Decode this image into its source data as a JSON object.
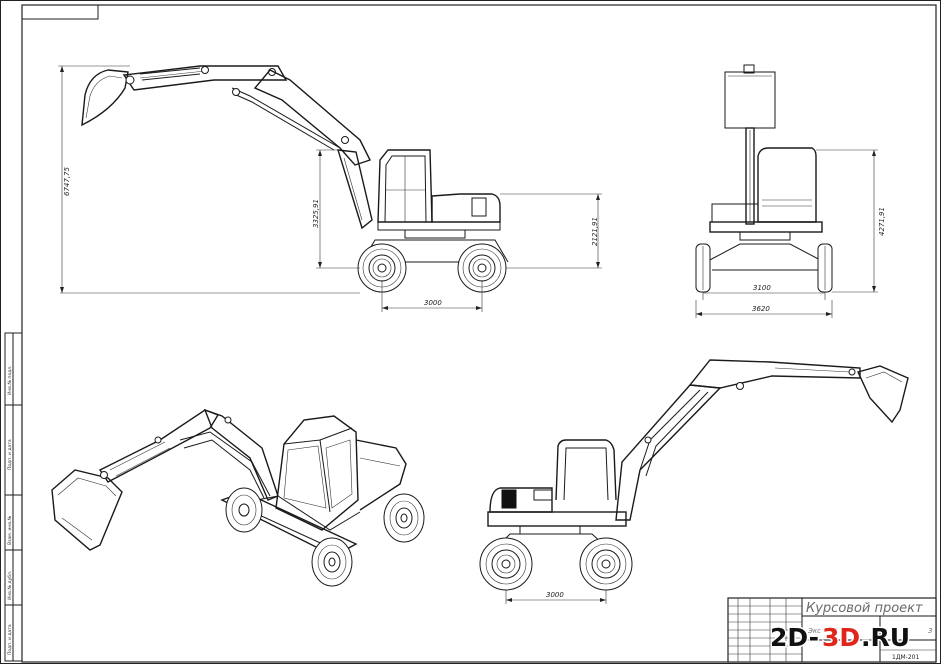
{
  "dimensions": {
    "side_total_height": "6747,75",
    "side_boom_height": "3325,91",
    "side_right_height": "2121,91",
    "side_wheelbase": "3000",
    "front_track": "3100",
    "front_width": "3620",
    "front_height": "4271,91",
    "rear_wheelbase": "3000"
  },
  "title_block": {
    "title": "Курсовой проект",
    "subtitle_fragment": "Экс",
    "scale_fragment": "3",
    "code": "1ДМ-201"
  },
  "stamp_labels": {
    "inv_orig": "Инв.№ подл.",
    "sign_date": "Подп. и дата",
    "inv_dub": "Взам. инв.№",
    "inv_dub2": "Инв.№ дубл.",
    "sign_date2": "Подп. и дата"
  },
  "watermark": {
    "part1": "2D-",
    "part2": "3D",
    "part3": ".RU",
    "colors": {
      "primary": "#111111",
      "accent": "#e0261b",
      "outline": "#ffffff"
    }
  }
}
